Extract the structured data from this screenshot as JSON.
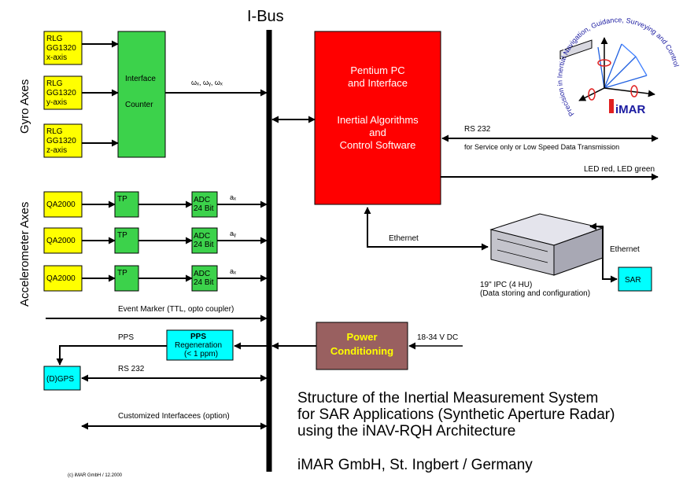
{
  "bus_label": "I-Bus",
  "axis_labels": {
    "gyro": "Gyro Axes",
    "accel": "Accelerometer Axes"
  },
  "gyros": [
    {
      "l1": "RLG",
      "l2": "GG1320",
      "l3": "x-axis"
    },
    {
      "l1": "RLG",
      "l2": "GG1320",
      "l3": "y-axis"
    },
    {
      "l1": "RLG",
      "l2": "GG1320",
      "l3": "z-axis"
    }
  ],
  "interface_counter": {
    "l1": "Interface",
    "l2": "Counter"
  },
  "omega_label": "ωₓ, ωᵧ, ωₓ",
  "accels": [
    {
      "name": "QA2000",
      "tp": "TP",
      "adc1": "ADC",
      "adc2": "24 Bit",
      "a": "aₓ"
    },
    {
      "name": "QA2000",
      "tp": "TP",
      "adc1": "ADC",
      "adc2": "24 Bit",
      "a": "aᵧ"
    },
    {
      "name": "QA2000",
      "tp": "TP",
      "adc1": "ADC",
      "adc2": "24 Bit",
      "a": "aₓ"
    }
  ],
  "pentium": {
    "l1": "Pentium PC",
    "l2": "and Interface",
    "l3": "Inertial Algorithms",
    "l4": "and",
    "l5": "Control Software"
  },
  "rs232_right": "RS 232",
  "service_text": "for Service only or Low Speed Data Transmission",
  "led_text": "LED red, LED green",
  "ethernet_left": "Ethernet",
  "ethernet_right": "Ethernet",
  "ipc_l1": "19\" IPC (4 HU)",
  "ipc_l2": "(Data storing and configuration)",
  "sar": "SAR",
  "event_marker": "Event Marker (TTL, opto coupler)",
  "pps": "PPS",
  "pps_regen": {
    "l1": "PPS",
    "l2": "Regeneration",
    "l3": "(< 1 ppm)"
  },
  "power": {
    "l1": "Power",
    "l2": "Conditioning"
  },
  "voltage": "18-34 V DC",
  "dgps": "(D)GPS",
  "rs232_left": "RS 232",
  "custom_if": "Customized Interfacees (option)",
  "caption": {
    "l1": "Structure of the Inertial Measurement System",
    "l2": "for SAR Applications (Synthetic Aperture Radar)",
    "l3": "using the iNAV-RQH Architecture",
    "l4": "iMAR GmbH, St. Ingbert / Germany"
  },
  "footer": "(c) iMAR GmbH / 12.2000",
  "logo": {
    "ring_text": "Precision in Inertial Navigation, Guidance, Surveying and Control",
    "brand": "iMAR"
  },
  "colors": {
    "sensor": "#ffff00",
    "green": "#3cd24b",
    "red": "#ff0000",
    "cyan": "#00ffff",
    "brown": "#996060",
    "power_text": "#ffff00",
    "bus": "#000000"
  }
}
